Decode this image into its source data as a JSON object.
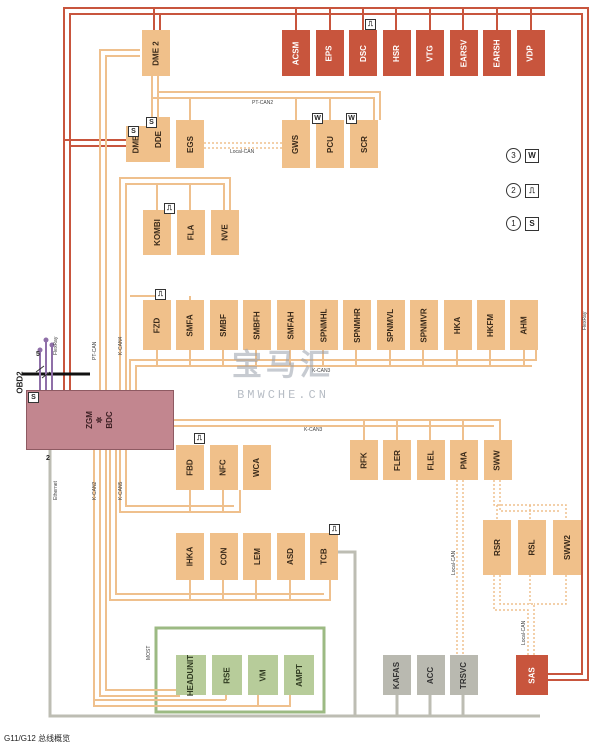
{
  "caption": "G11/G12 总线概览",
  "watermark": {
    "logo": "宝马汇",
    "site": "BMWCHE.CN"
  },
  "colors": {
    "flexray": "#c8553d",
    "ptcan": "#efc08d",
    "kcan": "#efc08d",
    "most": "#9cba83",
    "ethernet": "#bdbdb3",
    "zgm": "#c2868f"
  },
  "bus_labels": {
    "pt_can2": "PT-CAN2",
    "local_can_1": "Local-CAN",
    "flexray_left": "FlexRay",
    "flexray_right": "FlexRay",
    "pt_can": "PT-CAN",
    "k_can4": "K-CAN4",
    "k_can3_top": "K-CAN3",
    "k_can3": "K-CAN3",
    "k_can5": "K-CAN5",
    "ethernet": "Ethernet",
    "k_can2": "K-CAN2",
    "local_can_2": "Local-CAN",
    "local_can_3": "Local-CAN",
    "most": "MOST",
    "obd_num_5": "5",
    "obd_num_2": "2"
  },
  "zgm": {
    "line1": "ZGM",
    "line2": "BDC"
  },
  "obd": "OBD2",
  "ecus": {
    "flexray_top": [
      "ACSM",
      "EPS",
      "DSC",
      "HSR",
      "VTG",
      "EARSV",
      "EARSH",
      "VDP"
    ],
    "dme2": "DME 2",
    "dme": "DME",
    "dde": "DDE",
    "ptcan2_row": [
      "EGS",
      "GWS",
      "PCU",
      "SCR"
    ],
    "kcan_mid": [
      "KOMBI",
      "FLA",
      "NVE"
    ],
    "kcan4_row": [
      "FZD",
      "SMFA",
      "SMBF",
      "SMBFH",
      "SMFAH",
      "SPNMHL",
      "SPNMHR",
      "SPNMVL",
      "SPNMVR",
      "HKA",
      "HKFM",
      "AHM"
    ],
    "kcan3_row": [
      "RFK",
      "FLER",
      "FLEL",
      "PMA",
      "SWW"
    ],
    "kcan5_row": [
      "FBD",
      "NFC",
      "WCA"
    ],
    "kcan2_row": [
      "IHKA",
      "CON",
      "LEM",
      "ASD",
      "TCB"
    ],
    "sww_row": [
      "RSR",
      "RSL",
      "SWW2"
    ],
    "most_row": [
      "HEADUNIT",
      "RSE",
      "VM",
      "AMPT"
    ],
    "eth_row": [
      "KAFAS",
      "ACC",
      "TRSVC"
    ],
    "sas": "SAS"
  },
  "badges": {
    "dme": "S",
    "zgm": "S",
    "w": "W"
  },
  "legend": [
    {
      "num": "3",
      "sym": "W"
    },
    {
      "num": "2",
      "sym": "⎍"
    },
    {
      "num": "1",
      "sym": "S"
    }
  ]
}
